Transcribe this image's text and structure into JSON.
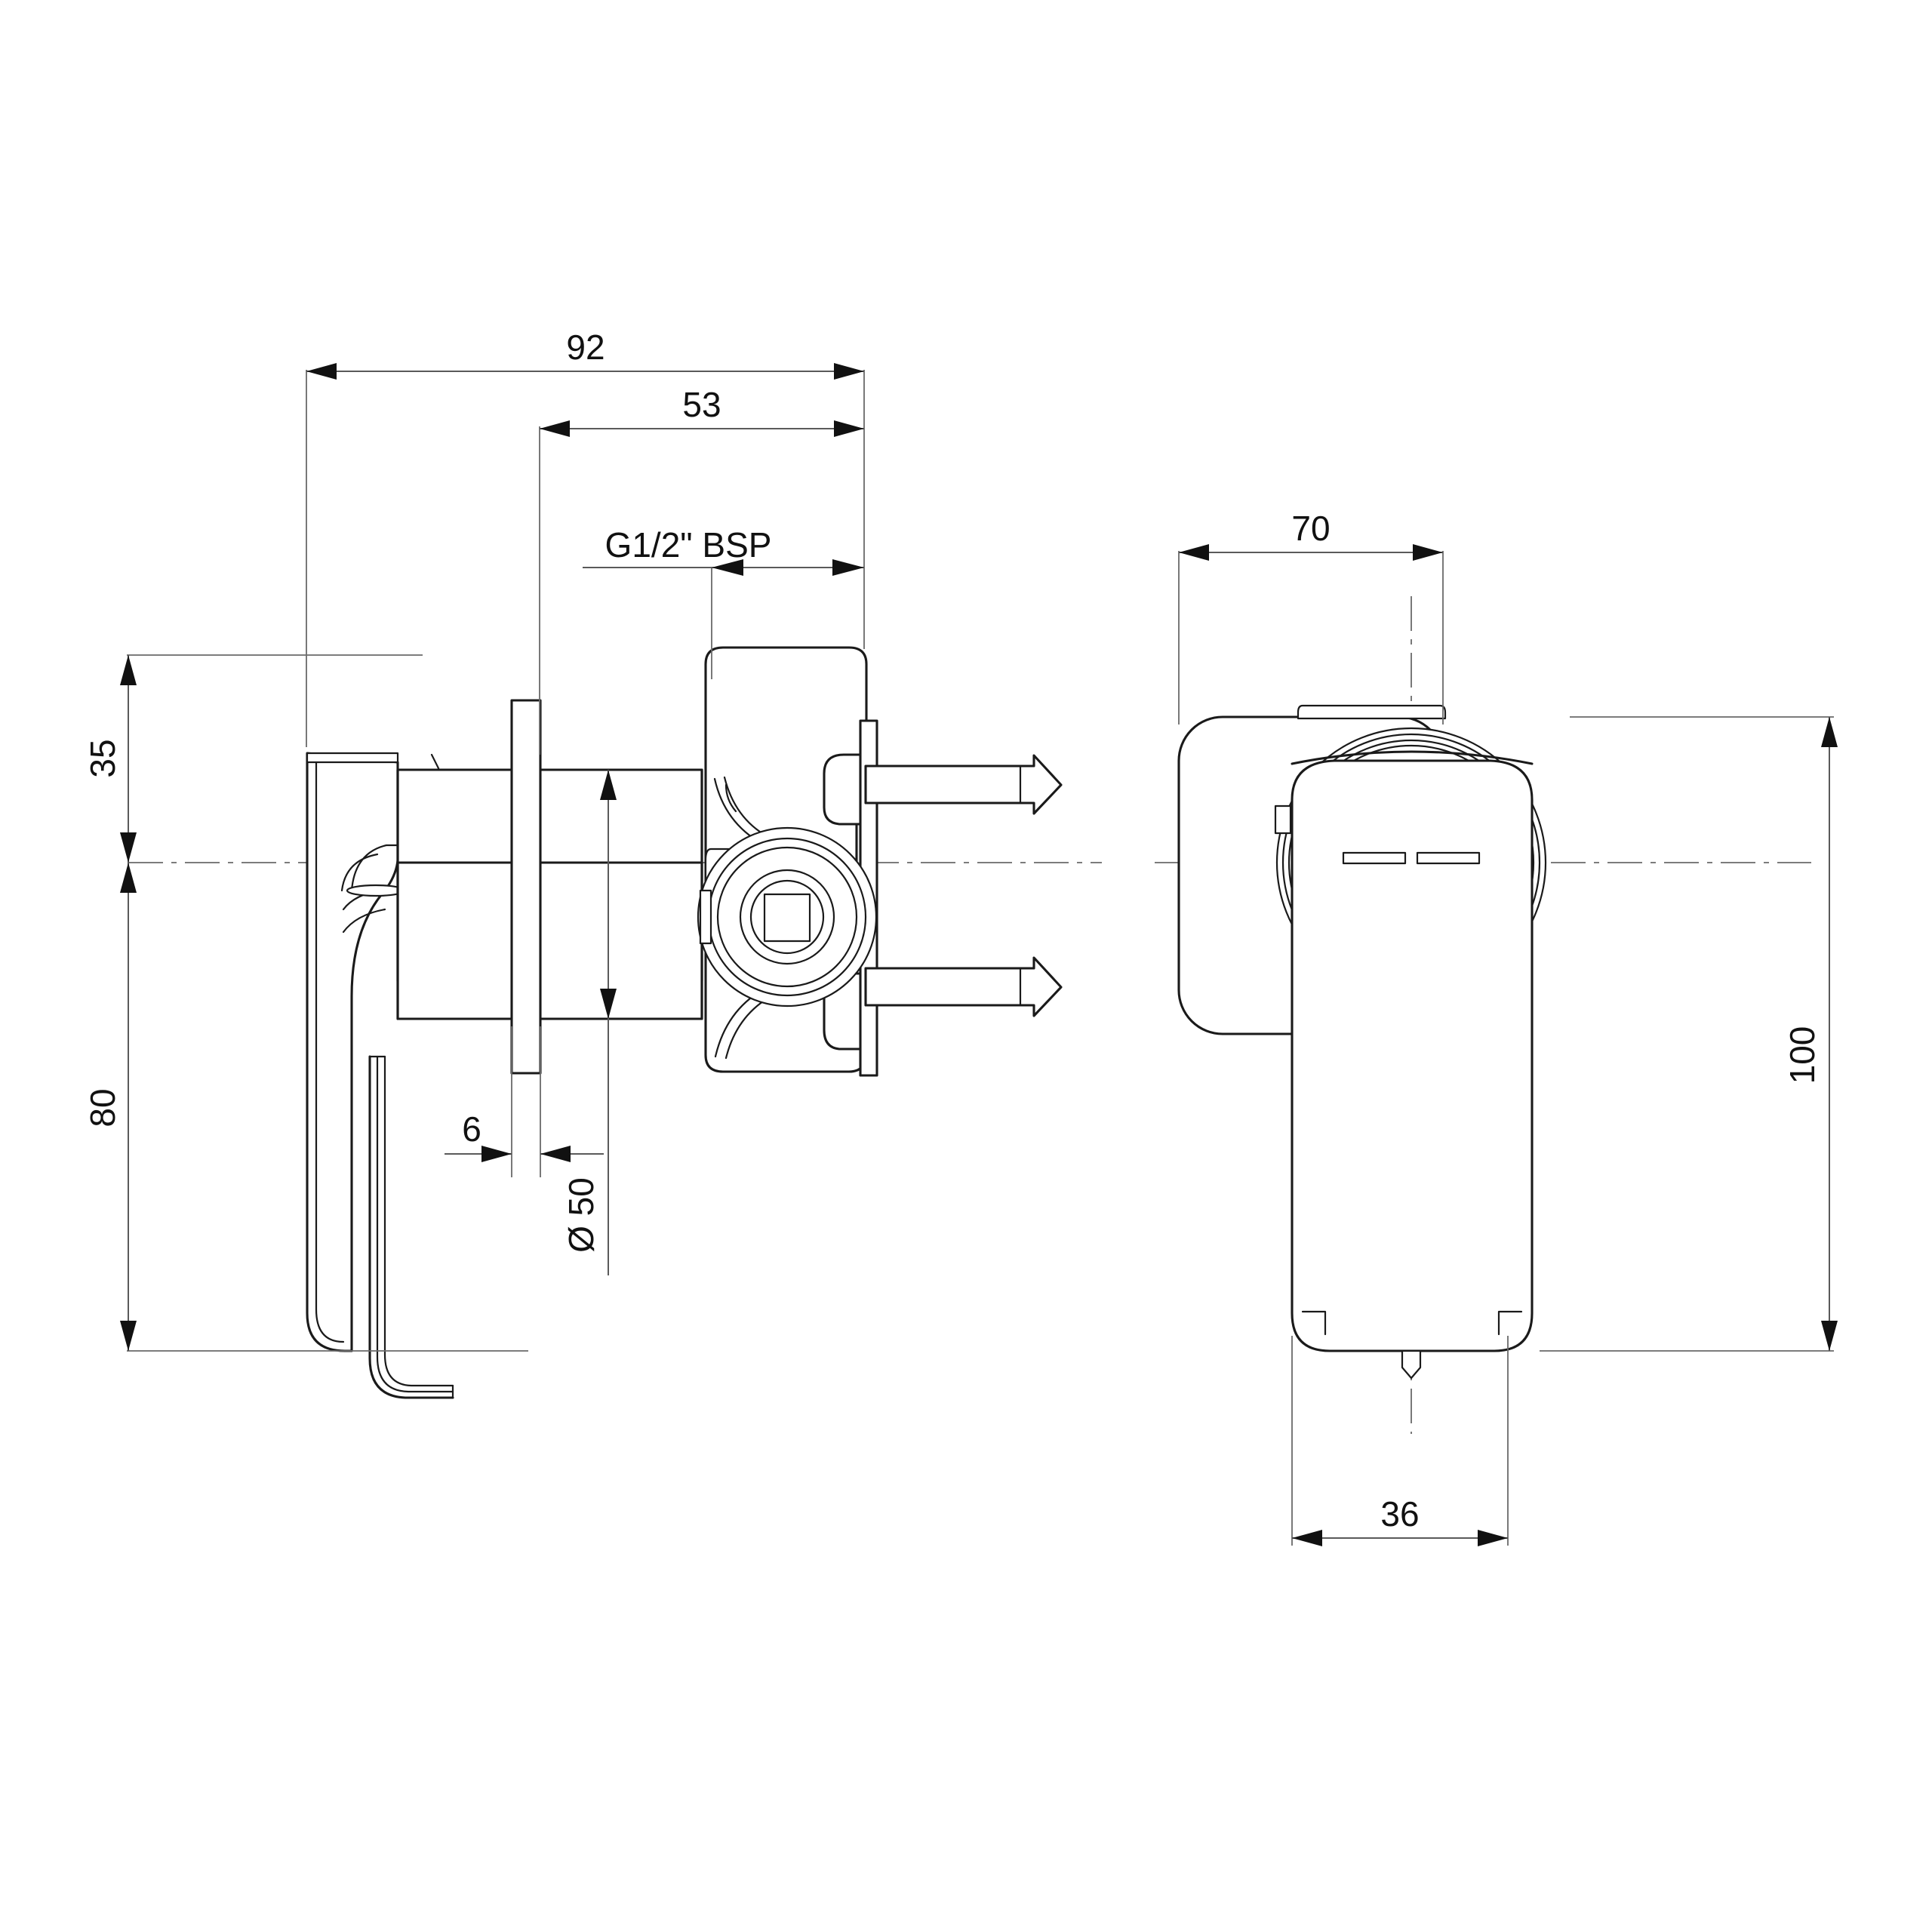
{
  "drawing": {
    "type": "engineering-dimension-drawing",
    "subject": "wall-mounted shower / bath mixer valve",
    "views": [
      {
        "name": "side-section-view",
        "position": "left"
      },
      {
        "name": "front-elevation-view",
        "position": "right"
      }
    ],
    "units": "mm",
    "line_color": "#1a1a1a",
    "dim_color": "#5a5a5a",
    "background": "#ffffff"
  },
  "dimensions": {
    "overall_depth": "92",
    "body_depth": "53",
    "thread_spec": "G1/2\" BSP",
    "plate_thickness": "6",
    "body_diameter": "Ø 50",
    "height_above_centre": "35",
    "height_below_centre": "80",
    "plate_width": "70",
    "plate_height": "100",
    "handle_width": "36"
  },
  "labels": {
    "d92": "92",
    "d53": "53",
    "d_thread": "G1/2\" BSP",
    "d6": "6",
    "d_dia50": "Ø 50",
    "d35": "35",
    "d80": "80",
    "d70": "70",
    "d100": "100",
    "d36": "36"
  }
}
